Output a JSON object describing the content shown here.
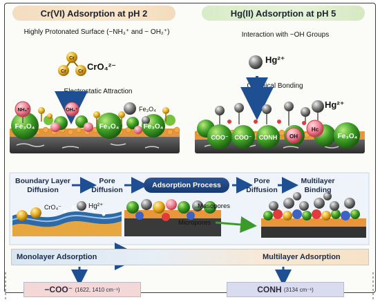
{
  "left_panel": {
    "title": "Cr(VI) Adsorption at pH 2",
    "subtitle": "Highly Protonated Surface (−NH₃⁺ and − OH₂⁺)",
    "ion": "CrO₄²⁻",
    "cr_label": "Cr",
    "mechanism": "Electrostatic Attraction",
    "group_nh3": "NH₃⁺",
    "group_oh2": "OH₂⁺",
    "fe3o4_tag": "Fe₃O₄",
    "substrate_labels": [
      "Fe₃O₄",
      "Fe₃O₄",
      "Fe₃O₄"
    ]
  },
  "right_panel": {
    "title": "Hg(II) Adsorption at pH 5",
    "subtitle": "Interaction with −OH Groups",
    "ion": "Hg²⁺",
    "mechanism": "Chemical Bonding",
    "groups": [
      "COO⁻",
      "COO⁻",
      "CONH",
      "OH",
      "Hc"
    ],
    "substrate_label": "Fe₃O₄"
  },
  "process_row": {
    "steps": [
      "Boundary Layer Diffusion",
      "Pore Diffusion",
      "Pore Diffusion",
      "Multilayer Binding"
    ],
    "center": "Adsorption Process",
    "left_ion_a": "CrO₄⁻",
    "left_ion_b": "Hg²⁺",
    "mesopores": "Mesopores",
    "micropores": "Micropores"
  },
  "bottom": {
    "monolayer": "Monolayer Adsorption",
    "multilayer": "Multilayer Adsorption",
    "coo_label": "−COO⁻",
    "coo_wavenumbers": "(1622, 1410 cm⁻¹)",
    "conh_label": "CONH",
    "conh_wavenumbers": "(3134 cm⁻¹)"
  },
  "colors": {
    "navy": "#1f4f93",
    "green_bead": "#3b9a2a",
    "red_group": "#e23b3b",
    "gold": "#e8a91c"
  }
}
